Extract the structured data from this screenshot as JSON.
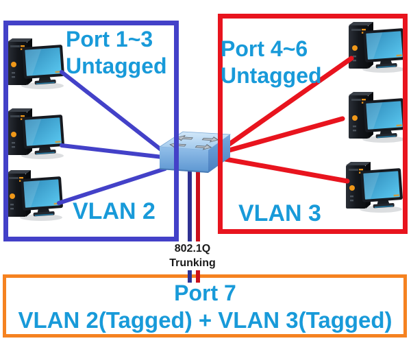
{
  "diagram": {
    "vlan2_zone": {
      "ports_label": "Port 1~3",
      "tagging_label": "Untagged",
      "vlan_label": "VLAN 2",
      "computer_count": 3
    },
    "vlan3_zone": {
      "ports_label": "Port 4~6",
      "tagging_label": "Untagged",
      "vlan_label": "VLAN 3",
      "computer_count": 3
    },
    "trunk_link": {
      "protocol_label": "802.1Q",
      "mode_label": "Trunking"
    },
    "port7_zone": {
      "port_label": "Port 7",
      "membership_label": "VLAN 2(Tagged) + VLAN 3(Tagged)"
    },
    "colors": {
      "vlan2_blue": "#4341c8",
      "vlan3_red": "#e8141e",
      "port7_orange": "#f58220",
      "trunk_blue": "#2e3192",
      "trunk_red": "#c9101c",
      "label_cyan": "#189ad9",
      "trunk_text_black": "#1a1a1a"
    },
    "icons": {
      "computer": "desktop-computer-icon",
      "switch": "ethernet-switch-icon"
    }
  }
}
